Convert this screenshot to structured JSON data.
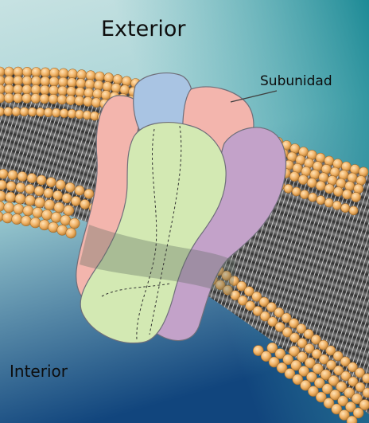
{
  "labels": {
    "exterior": "Exterior",
    "interior": "Interior",
    "subunit": "Subunidad"
  },
  "colors": {
    "exterior_top": "#c4e0e0",
    "exterior_right": "#1f8c98",
    "interior_bottom": "#134d83",
    "lipid_head": "#efb164",
    "lipid_tail": "#505050",
    "subunit_pink": "#f3b5ad",
    "subunit_blue": "#a9c4e3",
    "subunit_green": "#d3e9b3",
    "subunit_purple": "#c3a2c9"
  }
}
